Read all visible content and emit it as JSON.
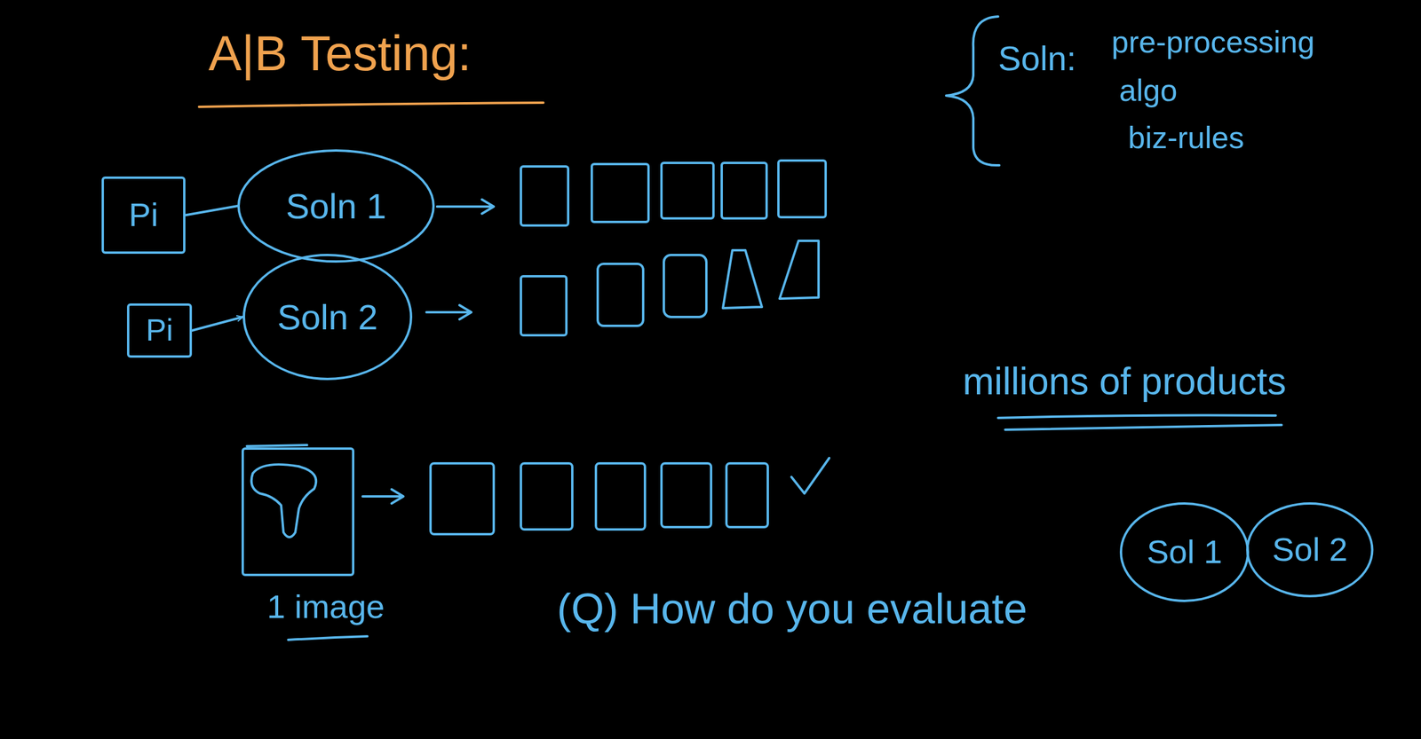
{
  "diagram": {
    "title": "A|B Testing:",
    "nodes": [
      {
        "text": [
          "Pi"
        ]
      },
      {
        "text": [
          "Soln 1"
        ]
      },
      {
        "text": [
          "Pi"
        ]
      },
      {
        "text": [
          "Soln 2"
        ]
      },
      {
        "text": [
          "Sol 1"
        ]
      },
      {
        "text": [
          "Sol 2"
        ]
      }
    ],
    "edges": [
      {
        "from": 0,
        "to": 1,
        "arrow": "none"
      },
      {
        "from": 2,
        "to": 3,
        "arrow": "to"
      }
    ],
    "labels": [
      "Soln:",
      "pre-processing",
      "algo",
      "biz-rules",
      "millions of products",
      "1 image",
      "(Q) How do you evaluate"
    ]
  }
}
